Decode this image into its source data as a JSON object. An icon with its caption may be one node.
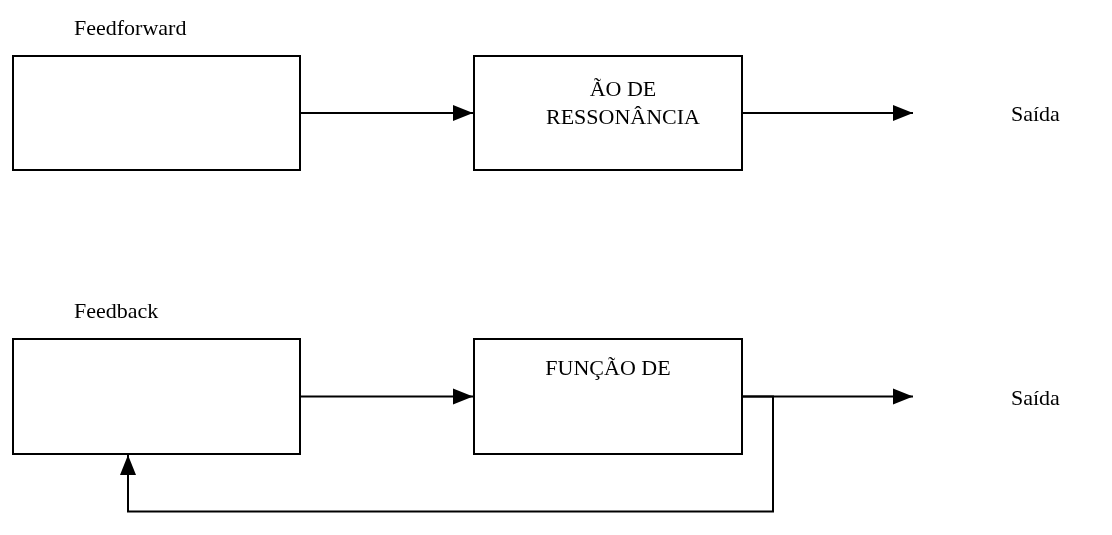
{
  "diagram": {
    "nodes": [
      {
        "text": [
          "Feedforward"
        ]
      },
      {
        "text": [
          "ÃO DE RESSONÂNCIA"
        ]
      },
      {
        "text": [
          "Feedback"
        ]
      },
      {
        "text": [
          "FUNÇÃO DE"
        ]
      }
    ],
    "edges": [
      {
        "from": 0,
        "to": 1,
        "arrow": "to"
      },
      {
        "from": 1,
        "to": null,
        "arrow": "to"
      },
      {
        "from": 2,
        "to": 3,
        "arrow": "to"
      },
      {
        "from": 3,
        "to": null,
        "arrow": "to"
      },
      {
        "from": 3,
        "to": 2,
        "arrow": "to"
      }
    ],
    "labels": [
      "Saída",
      "Saída"
    ]
  }
}
